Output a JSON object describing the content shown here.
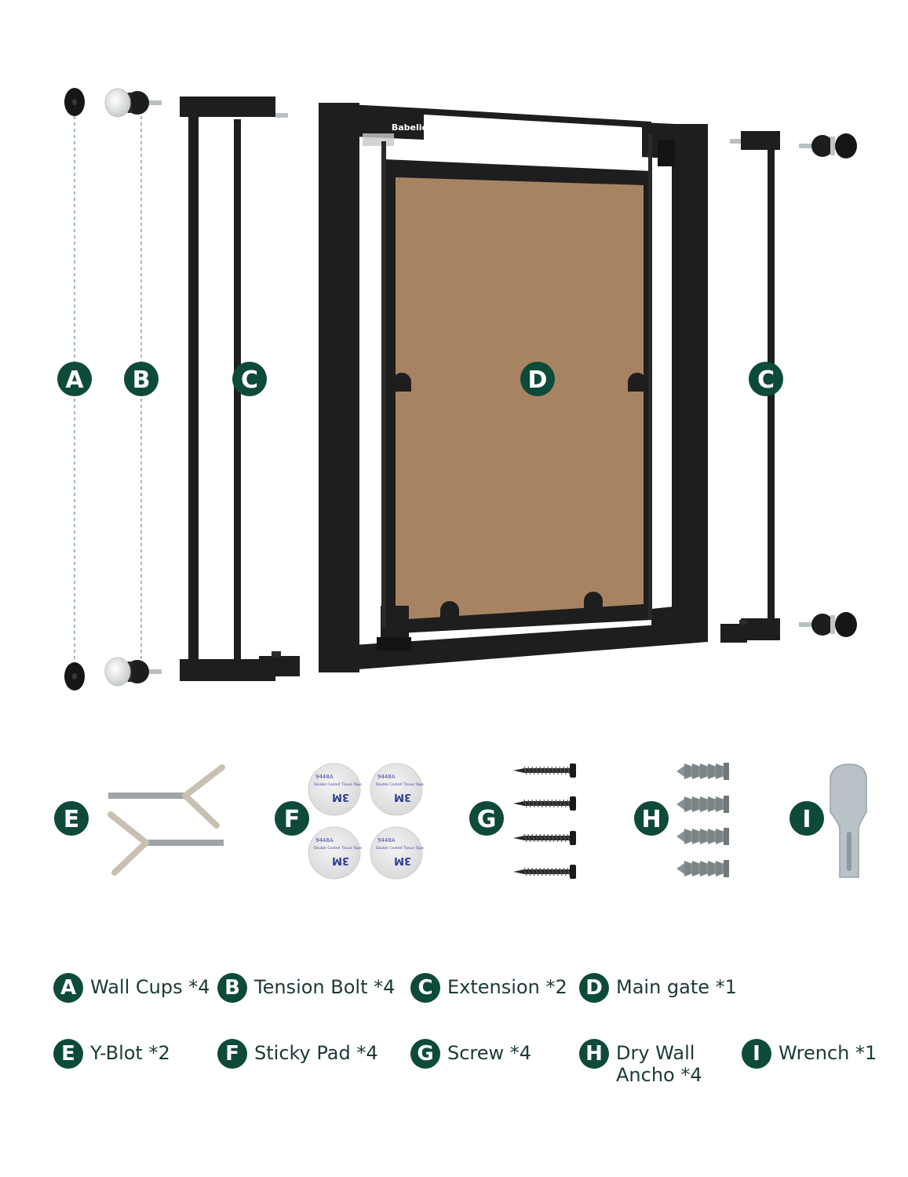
{
  "brand": "Babelio",
  "colors": {
    "badge": "#0d4a3a",
    "frame": "#1e1e1e",
    "panel": "#a88362",
    "label": "#1b3a36",
    "metal": "#b9c0c4"
  },
  "callouts": [
    {
      "letter": "A",
      "part": "wall-cups"
    },
    {
      "letter": "B",
      "part": "tension-bolt"
    },
    {
      "letter": "C",
      "part": "extension-left"
    },
    {
      "letter": "D",
      "part": "main-gate"
    },
    {
      "letter": "C",
      "part": "extension-right"
    },
    {
      "letter": "E",
      "part": "y-bolt"
    },
    {
      "letter": "F",
      "part": "sticky-pad"
    },
    {
      "letter": "G",
      "part": "screw"
    },
    {
      "letter": "H",
      "part": "dry-wall-anchor"
    },
    {
      "letter": "I",
      "part": "wrench"
    }
  ],
  "tape_labels": {
    "code": "9448A",
    "text": "Double Coated Tissue Tape",
    "mark": "3M"
  },
  "legend": [
    {
      "letter": "A",
      "label": "Wall Cups *4"
    },
    {
      "letter": "B",
      "label": "Tension Bolt *4"
    },
    {
      "letter": "C",
      "label": "Extension *2"
    },
    {
      "letter": "D",
      "label": "Main gate *1"
    },
    {
      "letter": "E",
      "label": "Y-Blot *2"
    },
    {
      "letter": "F",
      "label": "Sticky Pad *4"
    },
    {
      "letter": "G",
      "label": "Screw *4"
    },
    {
      "letter": "H",
      "label": "Dry Wall\nAncho *4"
    },
    {
      "letter": "I",
      "label": "Wrench *1"
    }
  ]
}
